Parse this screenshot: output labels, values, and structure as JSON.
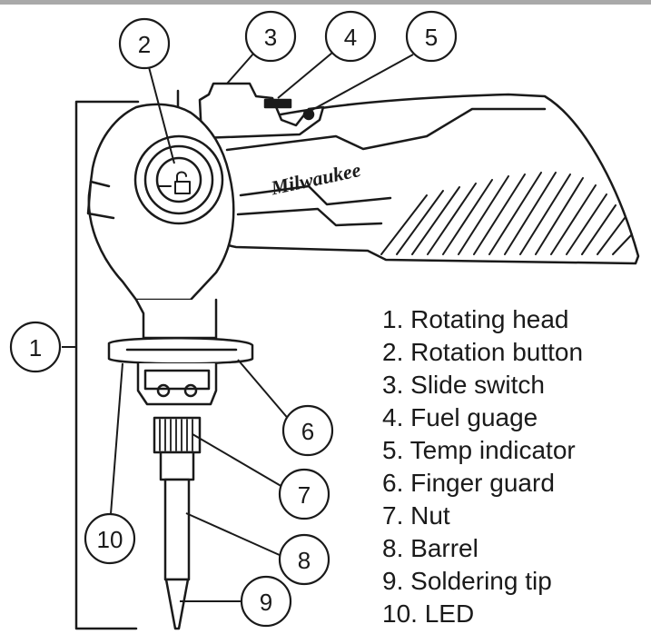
{
  "brand_text": "Milwaukee",
  "callouts": [
    {
      "number": "1",
      "label": "Rotating head"
    },
    {
      "number": "2",
      "label": "Rotation button"
    },
    {
      "number": "3",
      "label": "Slide switch"
    },
    {
      "number": "4",
      "label": "Fuel guage"
    },
    {
      "number": "5",
      "label": "Temp indicator"
    },
    {
      "number": "6",
      "label": "Finger guard"
    },
    {
      "number": "7",
      "label": "Nut"
    },
    {
      "number": "8",
      "label": "Barrel"
    },
    {
      "number": "9",
      "label": "Soldering tip"
    },
    {
      "number": "10",
      "label": "LED"
    }
  ],
  "colors": {
    "line": "#1a1a1a",
    "body": "#ffffff",
    "shade": "#d9d9d9",
    "frame": "#a9a9a9"
  }
}
